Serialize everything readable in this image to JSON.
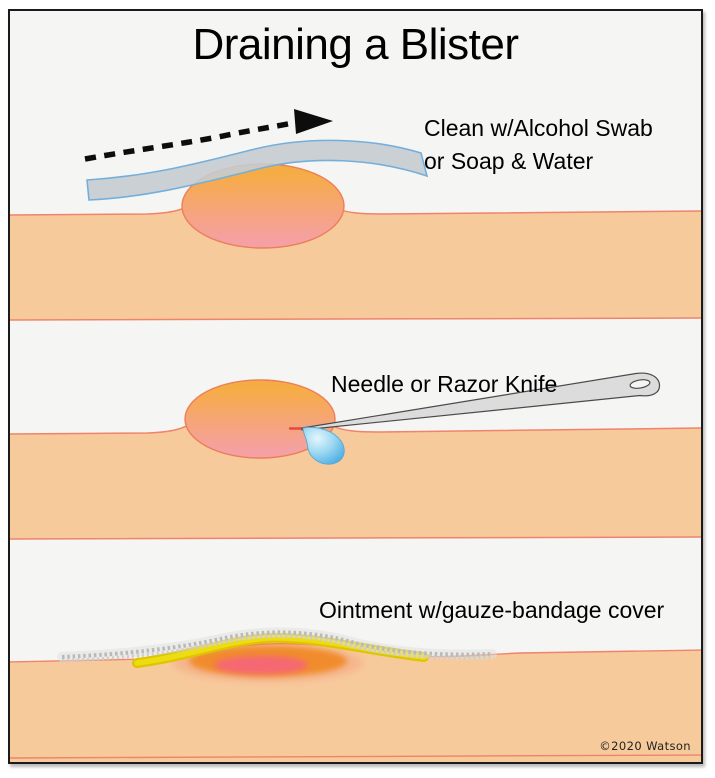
{
  "title": "Draining a Blister",
  "credit": "©2020 Watson",
  "steps": [
    {
      "name": "clean",
      "label": "Clean w/Alcohol Swab\nor Soap & Water"
    },
    {
      "name": "puncture",
      "label": "Needle or Razor Knife"
    },
    {
      "name": "dress",
      "label": "Ointment w/gauze-bandage cover"
    }
  ],
  "graphics": {
    "arrow": "dashed-swipe-arrow-icon",
    "swab": "alcohol-swab-shape",
    "blister": "blister-dome-shape",
    "needle": "needle-shape",
    "droplet": "fluid-droplet-shape",
    "ointment": "ointment-smear-shape",
    "gauze": "gauze-bandage-shape",
    "skin": "skin-band-shape"
  },
  "colors": {
    "page_background": "#ffffff",
    "panel_background": "#f5f5f3",
    "frame_border": "#1b1b1b",
    "skin": "#f7ca9c",
    "skin_outline": "#f0836b",
    "blister_orange": "#f6ac45",
    "blister_pink": "#f5a0a4",
    "blister_outline": "#ec7f58",
    "droplet_blue": "#55b4e6",
    "swab_gray": "#c7ccd1",
    "swab_outline": "#74afdc",
    "needle_gray": "#dcdcdc",
    "needle_outline": "#4a4a4a",
    "ointment_yellow": "#e8d105",
    "gauze_gray": "#c4c4c4",
    "inflamed_center": "#f75e86",
    "inflamed_outer": "#f08a28",
    "arrow_black": "#0d0d0d",
    "text": "#000000"
  }
}
